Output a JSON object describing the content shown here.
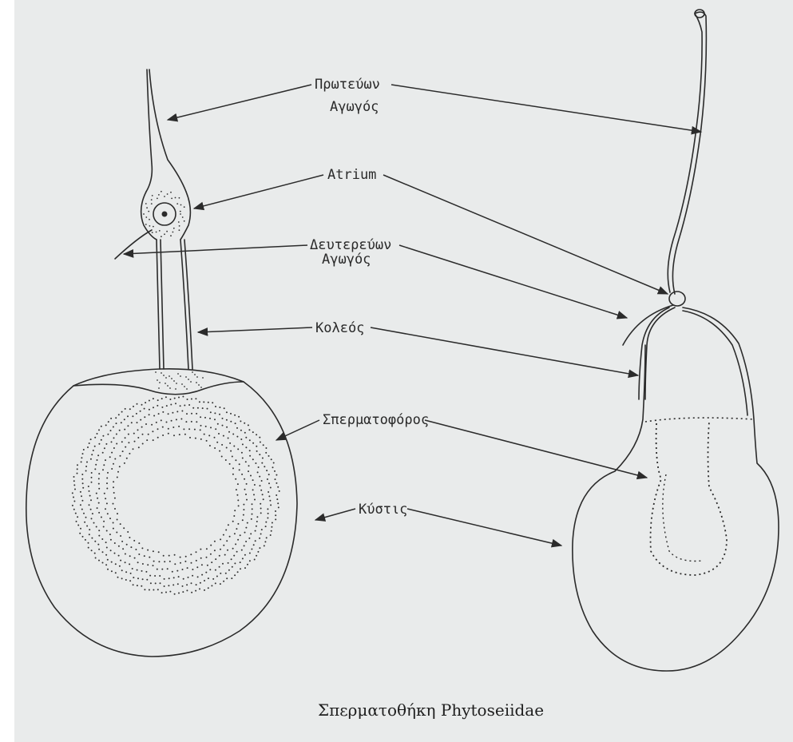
{
  "labels": {
    "primary_duct_line1": "Πρωτεύων",
    "primary_duct_line2": "Αγωγός",
    "atrium": "Atrium",
    "secondary_duct_line1": "Δευτερεύων",
    "secondary_duct_line2": "Αγωγός",
    "vagina": "Κολεός",
    "spermatophore": "Σπερματοφόρος",
    "vesicle": "Κύστις"
  },
  "caption": "Σπερματοθήκη Phytoseiidae",
  "colors": {
    "paper": "#e9ebeb",
    "ink": "#2b2b2b"
  }
}
